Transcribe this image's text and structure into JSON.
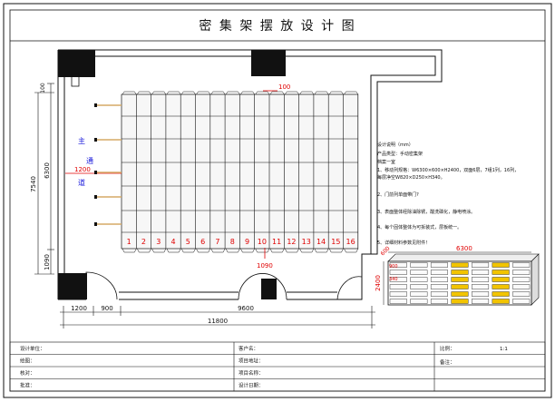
{
  "title": "密 集 架 摆 放 设 计 图",
  "colors": {
    "red": "#e00000",
    "blue": "#1a1adb",
    "black": "#111111",
    "yellow": "#f2c400",
    "shelf_fill": "#f7f7f7",
    "handle": "#d5aa66"
  },
  "corridor": {
    "line1": "主",
    "line2": "通",
    "line3": "道",
    "width_label": "1200"
  },
  "dims": {
    "top_gap": "100",
    "left_total": "7540",
    "left_upper": "6300",
    "left_lower": "1090",
    "left_top": "100",
    "bottom_gap": "1090",
    "bottom_1": "1200",
    "bottom_2": "900",
    "bottom_3": "9600",
    "bottom_total": "11800"
  },
  "columns": [
    "1",
    "2",
    "3",
    "4",
    "5",
    "6",
    "7",
    "8",
    "9",
    "10",
    "11",
    "12",
    "13",
    "14",
    "15",
    "16"
  ],
  "notes": {
    "heading": "设计说明（mm）",
    "product_type": "产品类型：手动密集架",
    "room": "档案一室",
    "items": [
      "1、移动列规格：W6300×600×H2400，双面6层，7组1列，16列，",
      "每层净空W820×D250×H340。",
      "2、门前列单面带门?",
      "3、表面整体经除油除锈，酸洗磷化，静电喷涂。",
      "4、每个固体整体为可拆装式，层板统一。",
      "5、详细材料参数见附件！"
    ]
  },
  "elevation": {
    "width_label": "6300",
    "depth_label": "600",
    "height_label": "2400",
    "row1_label": "900",
    "row2_label": "340",
    "rows": 6,
    "cols": 7,
    "yellow_cols": [
      3,
      5
    ]
  },
  "title_block": {
    "design_unit": "设计单位：",
    "drawing": "绘图：",
    "check": "核对：",
    "approve": "批准：",
    "client": "客户名：",
    "project_address": "项目地址：",
    "project_name": "项目名称：",
    "design_date": "设计日期：",
    "scale_label": "比例：",
    "scale_value": "1:1",
    "remark": "备注："
  }
}
